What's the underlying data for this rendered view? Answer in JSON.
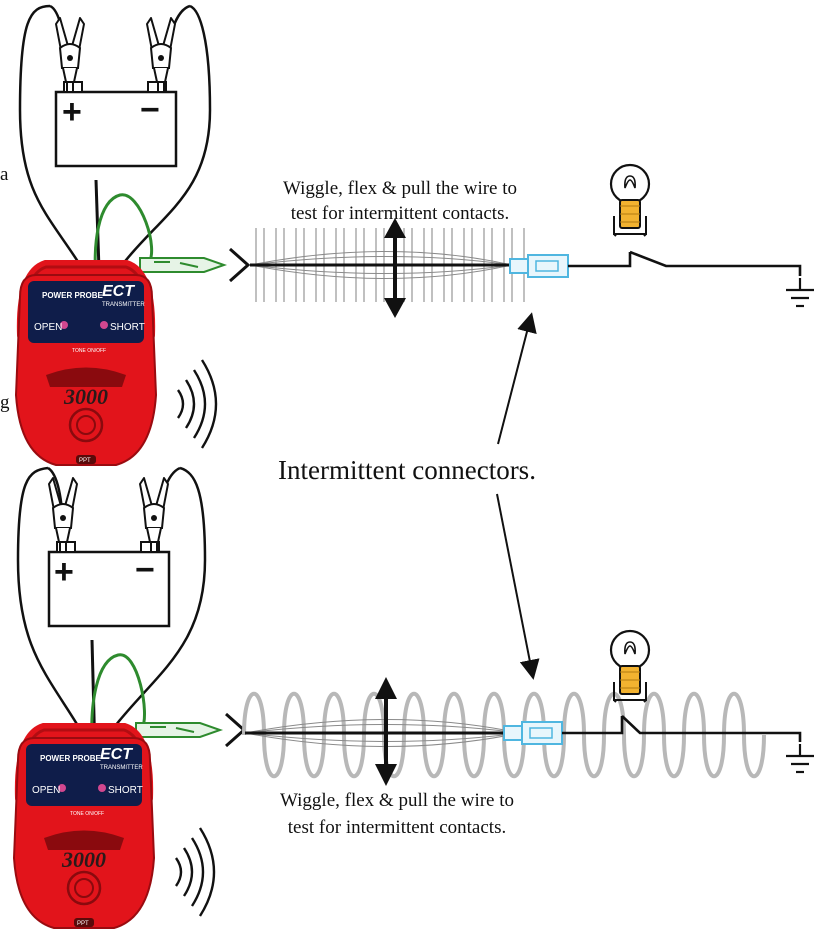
{
  "colors": {
    "tester_red": "#e2141b",
    "tester_panel": "#0f1d4a",
    "probe_green": "#2e8b2e",
    "connector_blue": "#4fb6e0",
    "bulb_amber": "#f2b230",
    "spring_gray": "#b8b8b8"
  },
  "battery": {
    "plus_label": "+",
    "minus_label": "−"
  },
  "device": {
    "brand": "POWER PROBE",
    "model": "ECT",
    "sub": "TRANSMITTER",
    "open_label": "OPEN",
    "short_label": "SHORT",
    "number": "3000",
    "tone_label": "TONE ON/OFF",
    "badge": "PPT"
  },
  "captions": {
    "top_line1": "Wiggle, flex & pull the wire to",
    "top_line2": "test for intermittent contacts.",
    "middle": "Intermittent connectors.",
    "bottom_line1": "Wiggle, flex & pull the wire to",
    "bottom_line2": "test for intermittent contacts."
  },
  "edge_fragments": {
    "a": "a",
    "b": "g"
  },
  "icons": [
    "battery-icon",
    "alligator-clip-icon",
    "tester-icon",
    "sound-wave-icon",
    "bulb-icon",
    "ground-icon",
    "arrow-icon"
  ]
}
